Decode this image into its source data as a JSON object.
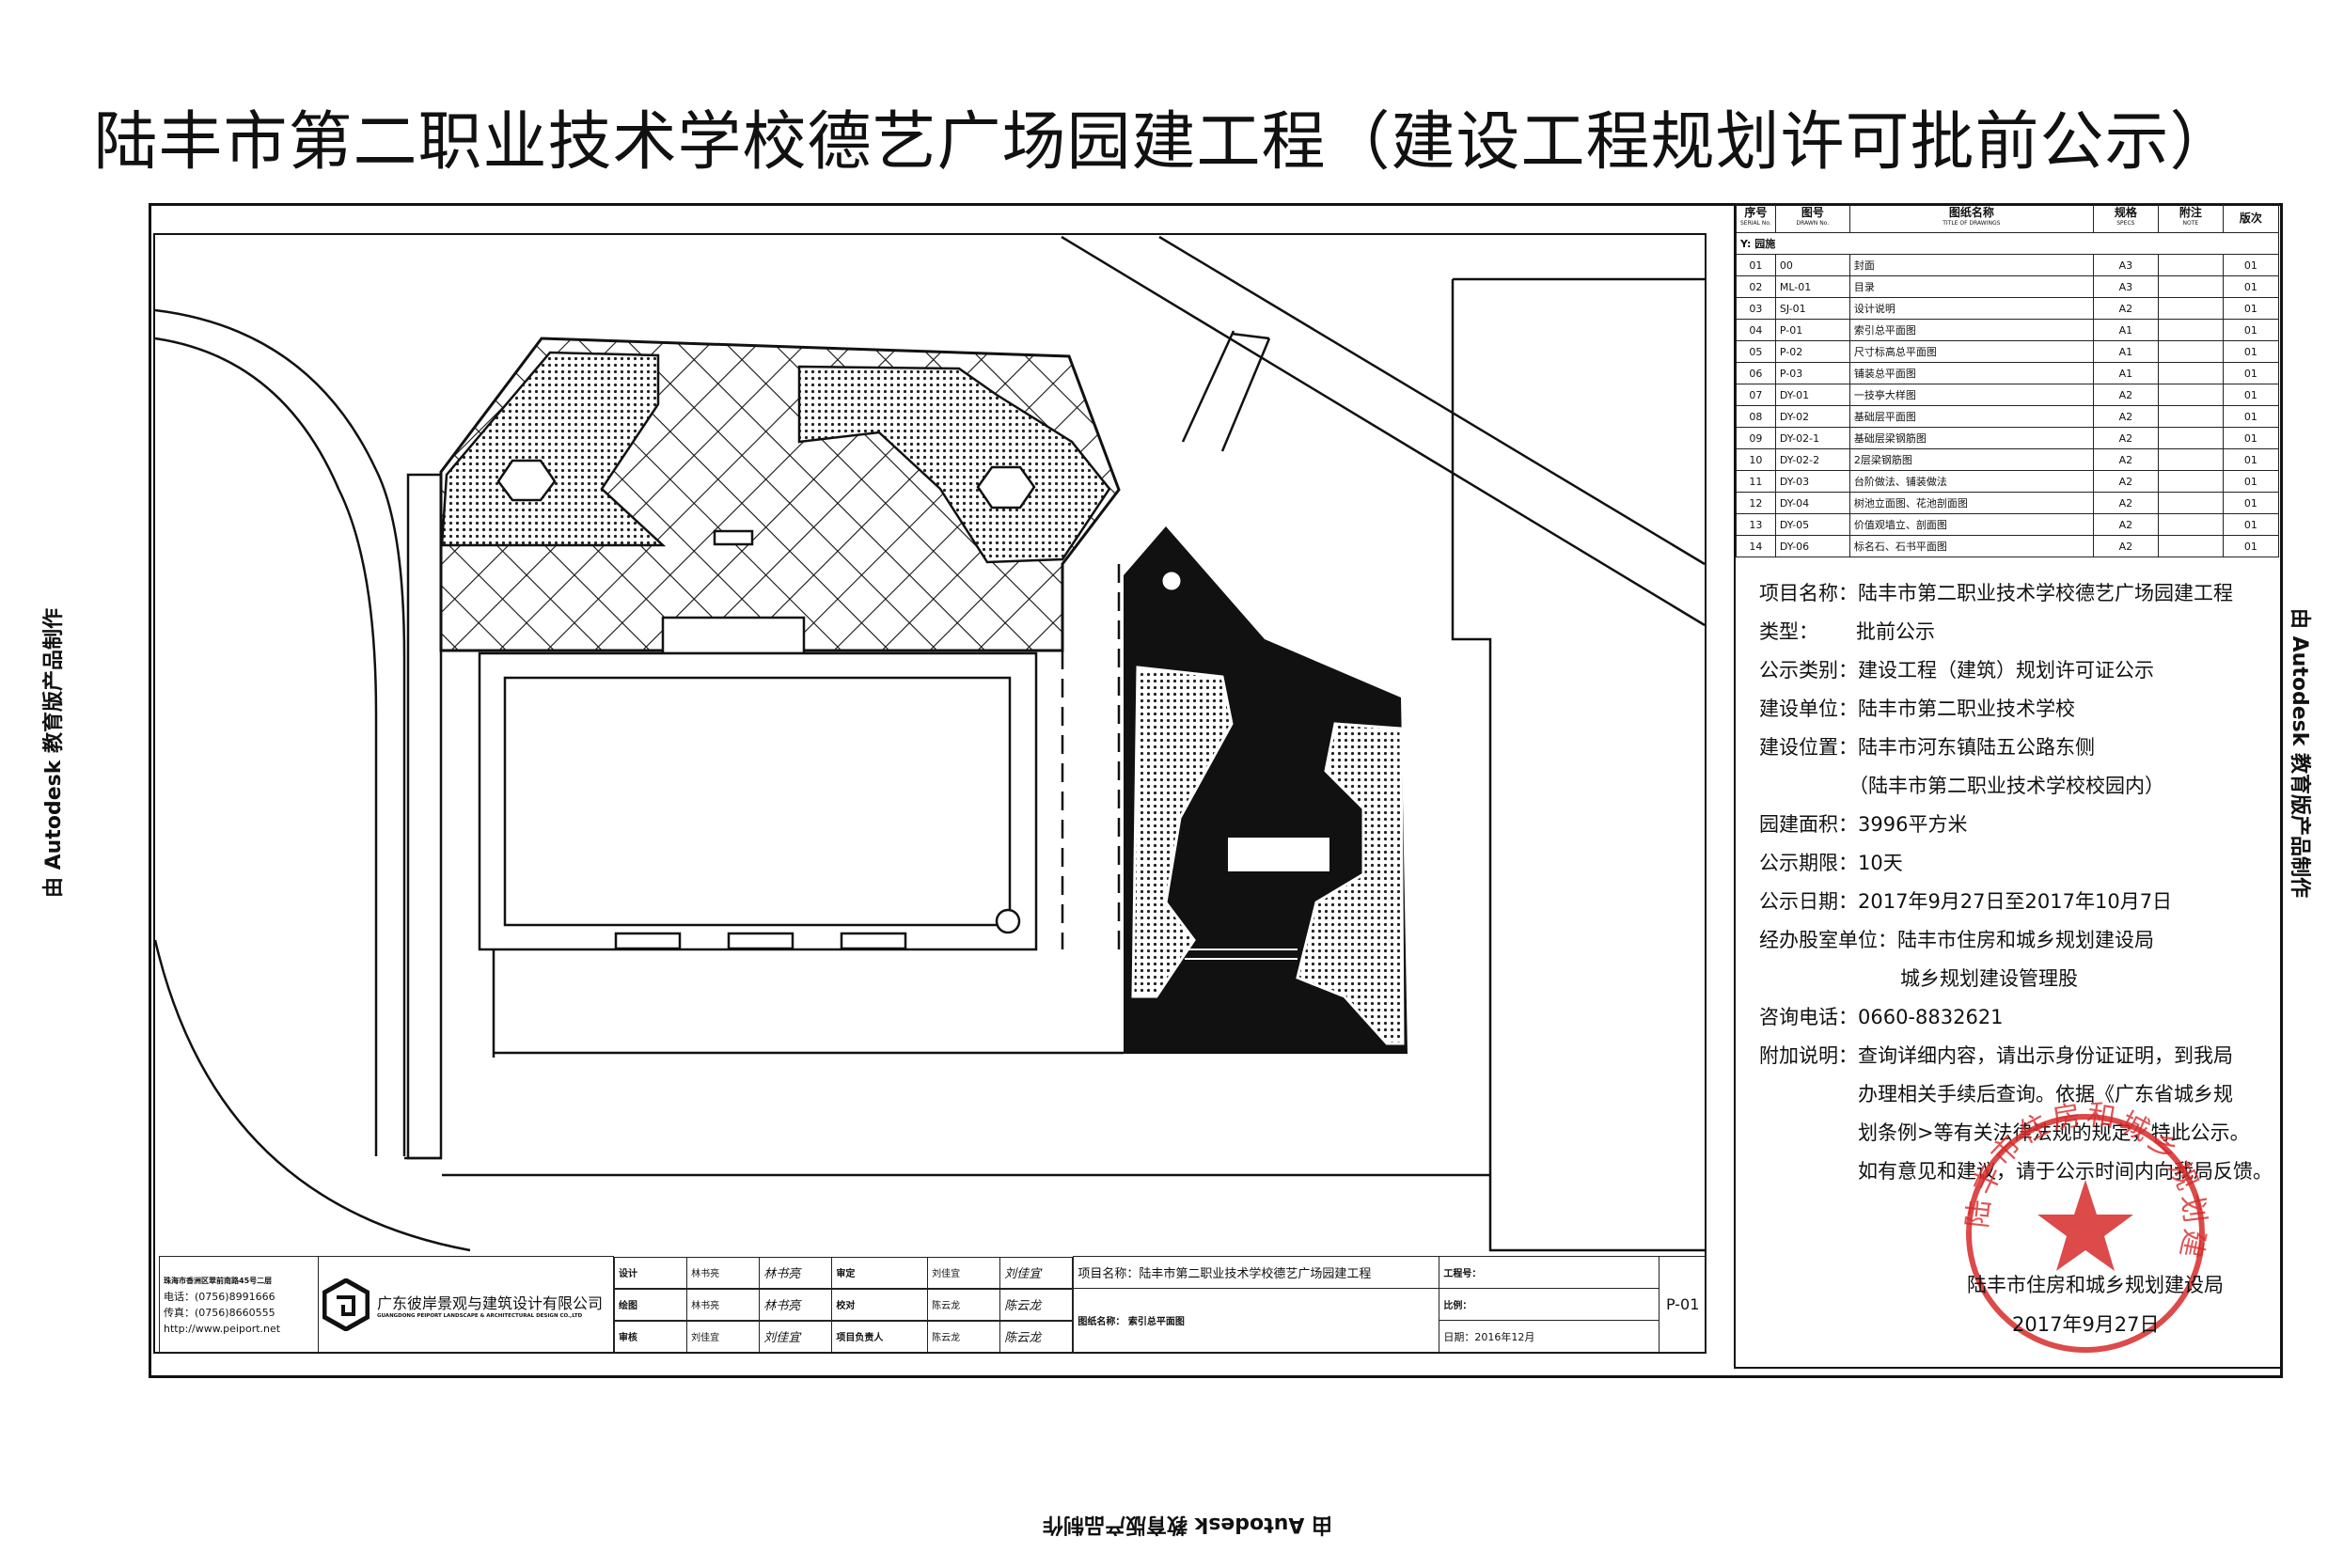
{
  "title": "陆丰市第二职业技术学校德艺广场园建工程（建设工程规划许可批前公示）",
  "watermark": "由 Autodesk 教育版产品制作",
  "drawing_list": {
    "headers": [
      {
        "cn": "序号",
        "en": "SERIAL No."
      },
      {
        "cn": "图号",
        "en": "DRAWN No."
      },
      {
        "cn": "图纸名称",
        "en": "TITLE OF DRAWINGS"
      },
      {
        "cn": "规格",
        "en": "SPECS"
      },
      {
        "cn": "附注",
        "en": "NOTE"
      },
      {
        "cn": "版次",
        "en": ""
      }
    ],
    "group": "Y:  园施",
    "rows": [
      {
        "no": "01",
        "code": "00",
        "name": "封面",
        "spec": "A3",
        "note": "",
        "ver": "01"
      },
      {
        "no": "02",
        "code": "ML-01",
        "name": "目录",
        "spec": "A3",
        "note": "",
        "ver": "01"
      },
      {
        "no": "03",
        "code": "SJ-01",
        "name": "设计说明",
        "spec": "A2",
        "note": "",
        "ver": "01"
      },
      {
        "no": "04",
        "code": "P-01",
        "name": "索引总平面图",
        "spec": "A1",
        "note": "",
        "ver": "01"
      },
      {
        "no": "05",
        "code": "P-02",
        "name": "尺寸标高总平面图",
        "spec": "A1",
        "note": "",
        "ver": "01"
      },
      {
        "no": "06",
        "code": "P-03",
        "name": "铺装总平面图",
        "spec": "A1",
        "note": "",
        "ver": "01"
      },
      {
        "no": "07",
        "code": "DY-01",
        "name": "一技亭大样图",
        "spec": "A2",
        "note": "",
        "ver": "01"
      },
      {
        "no": "08",
        "code": "DY-02",
        "name": "基础层平面图",
        "spec": "A2",
        "note": "",
        "ver": "01"
      },
      {
        "no": "09",
        "code": "DY-02-1",
        "name": "基础层梁钢筋图",
        "spec": "A2",
        "note": "",
        "ver": "01"
      },
      {
        "no": "10",
        "code": "DY-02-2",
        "name": "2层梁钢筋图",
        "spec": "A2",
        "note": "",
        "ver": "01"
      },
      {
        "no": "11",
        "code": "DY-03",
        "name": "台阶做法、铺装做法",
        "spec": "A2",
        "note": "",
        "ver": "01"
      },
      {
        "no": "12",
        "code": "DY-04",
        "name": "树池立面图、花池剖面图",
        "spec": "A2",
        "note": "",
        "ver": "01"
      },
      {
        "no": "13",
        "code": "DY-05",
        "name": "价值观墙立、剖面图",
        "spec": "A2",
        "note": "",
        "ver": "01"
      },
      {
        "no": "14",
        "code": "DY-06",
        "name": "标名石、石书平面图",
        "spec": "A2",
        "note": "",
        "ver": "01"
      }
    ]
  },
  "notice": {
    "project_label": "项目名称：",
    "project": "陆丰市第二职业技术学校德艺广场园建工程",
    "type_label": "类型：",
    "type": "批前公示",
    "category_label": "公示类别：",
    "category": "建设工程（建筑）规划许可证公示",
    "unit_label": "建设单位：",
    "unit": "陆丰市第二职业技术学校",
    "location_label": "建设位置：",
    "location": "陆丰市河东镇陆五公路东侧",
    "location2": "（陆丰市第二职业技术学校校园内）",
    "area_label": "园建面积：",
    "area": "3996平方米",
    "period_label": "公示期限：",
    "period": "10天",
    "dates_label": "公示日期：",
    "dates": "2017年9月27日至2017年10月7日",
    "office_label": "经办股室单位：",
    "office": "陆丰市住房和城乡规划建设局",
    "office2": "城乡规划建设管理股",
    "phone_label": "咨询电话：",
    "phone": "0660-8832621",
    "extra_label": "附加说明：",
    "extra": [
      "查询详细内容，请出示身份证证明，到我局",
      "办理相关手续后查询。依据《广东省城乡规",
      "划条例>等有关法律法规的规定，特此公示。",
      "如有意见和建议，请于公示时间内向我局反馈。"
    ],
    "issuer": "陆丰市住房和城乡规划建设局",
    "issue_date": "2017年9月27日",
    "stamp_text": "陆丰市住房和城乡规划建设局"
  },
  "title_block": {
    "address": "珠海市香洲区翠前南路45号二层",
    "tel": "电话：(0756)8991666",
    "fax": "传真：(0756)8660555",
    "web": "http://www.peiport.net",
    "company_cn": "广东彼岸景观与建筑设计有限公司",
    "company_en": "GUANGDONG PEIPORT LANDSCAPE & ARCHITECTURAL DESIGN CO.,LTD",
    "roles": [
      {
        "role": "设计",
        "name": "林书亮",
        "sign": "林书亮",
        "role2": "审定",
        "name2": "刘佳宜",
        "sign2": "刘佳宜"
      },
      {
        "role": "绘图",
        "name": "林书亮",
        "sign": "林书亮",
        "role2": "校对",
        "name2": "陈云龙",
        "sign2": "陈云龙"
      },
      {
        "role": "审核",
        "name": "刘佳宜",
        "sign": "刘佳宜",
        "role2": "项目负责人",
        "name2": "陈云龙",
        "sign2": "陈云龙"
      }
    ],
    "project": "项目名称：陆丰市第二职业技术学校德艺广场园建工程",
    "drawing_name": "图纸名称：  索引总平面图",
    "job_no": "工程号：",
    "scale": "比例：",
    "date": "日期：2016年12月",
    "sheet": "P-01"
  },
  "colors": {
    "ink": "#111111",
    "stamp": "#d62a2a"
  }
}
